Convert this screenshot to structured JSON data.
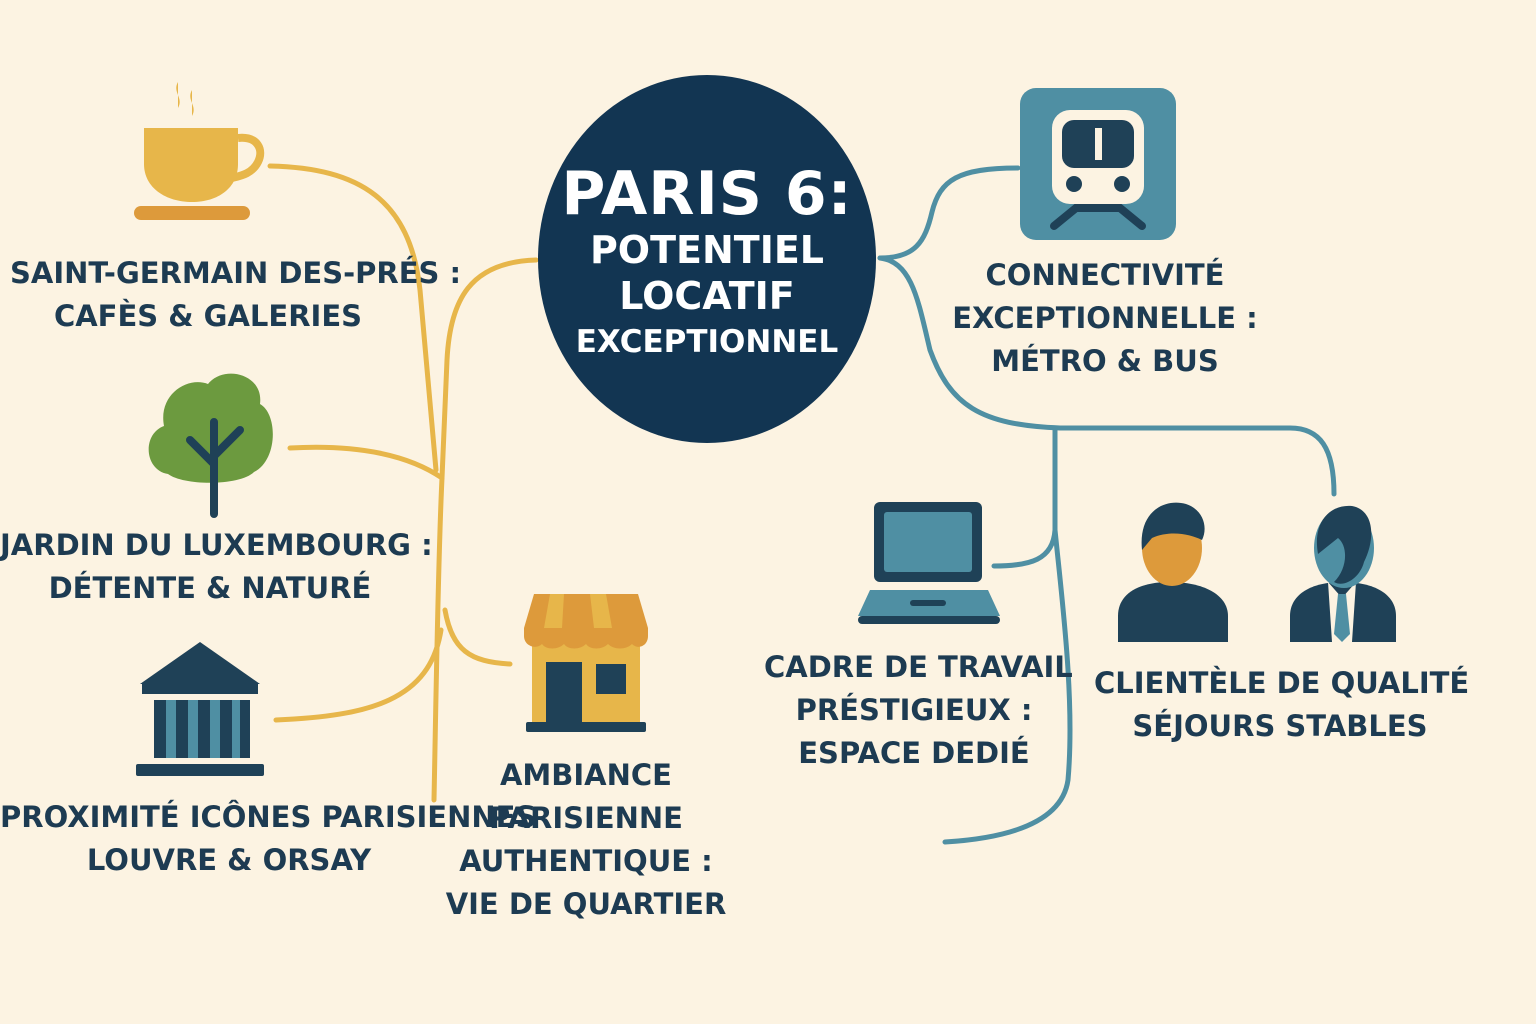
{
  "colors": {
    "background": "#fcf3e2",
    "hub": "#123552",
    "left_branch": "#e7b64a",
    "right_branch": "#4f8fa3",
    "text": "#1d3b52",
    "icon_teal": "#4f8fa3",
    "icon_navy": "#1f4157",
    "icon_gold": "#e7b64a",
    "icon_orange": "#dd9a3b",
    "icon_green": "#6c9a3f"
  },
  "hub": {
    "title": "PARIS 6:",
    "line1": "POTENTIEL",
    "line2": "LOCATIF",
    "line3": "EXCEPTIONNEL"
  },
  "nodes": {
    "saint_germain": {
      "icon": "coffee-cup-icon",
      "line1": "SAINT-GERMAIN DES-PRÉS :",
      "line2": "CAFÈS & GALERIES"
    },
    "luxembourg": {
      "icon": "tree-icon",
      "line1": "JARDIN DU LUXEMBOURG :",
      "line2": "DÉTENTE & NATURÉ"
    },
    "icons_paris": {
      "icon": "museum-icon",
      "line1": "PROXIMITÉ ICÔNES PARISIENNES",
      "line2": "LOUVRE & ORSAY"
    },
    "ambiance": {
      "icon": "shop-icon",
      "line1": "AMBIANCE",
      "line2": "PARISIENNE",
      "line3": "AUTHENTIQUE :",
      "line4": "VIE DE QUARTIER"
    },
    "connectivite": {
      "icon": "metro-train-icon",
      "line1": "CONNECTIVITÉ",
      "line2": "EXCEPTIONNELLE :",
      "line3": "MÉTRO & BUS"
    },
    "travail": {
      "icon": "laptop-icon",
      "line1": "CADRE DE TRAVAIL",
      "line2": "PRÉSTIGIEUX :",
      "line3": "ESPACE DEDIÉ"
    },
    "clientele": {
      "icon": "people-icon",
      "line1": "CLIENTÈLE DE QUALITÉ",
      "line2": "SÉJOURS STABLES"
    }
  }
}
